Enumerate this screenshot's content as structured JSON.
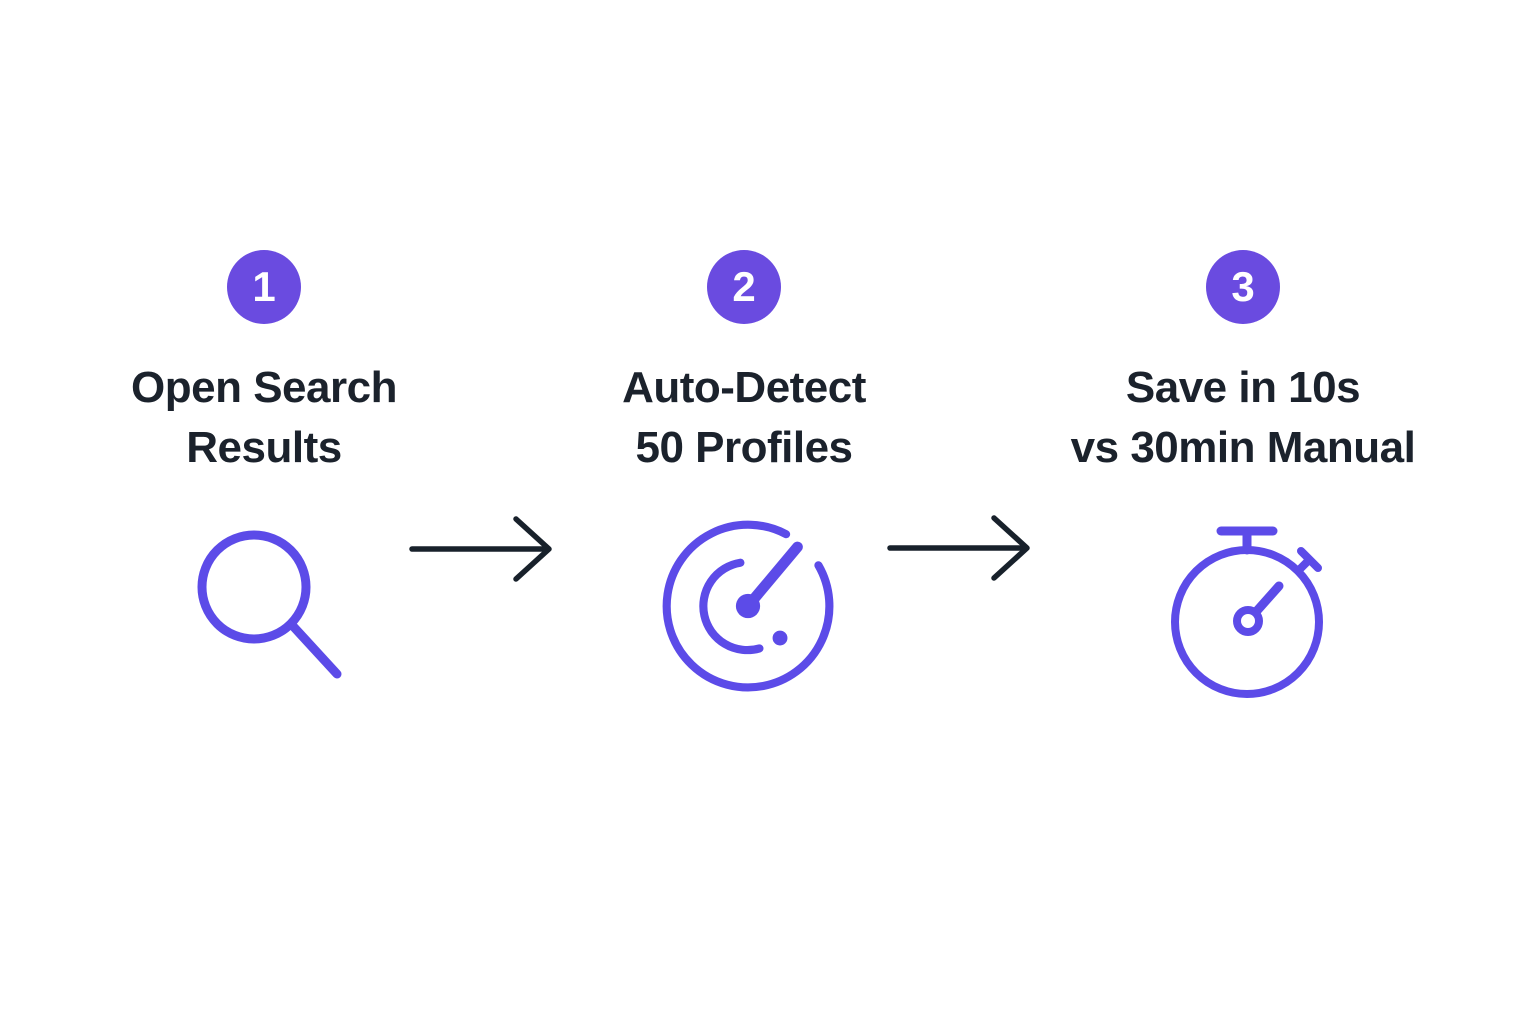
{
  "canvas": {
    "background": "#ffffff",
    "badge_color": "#6A4BE0",
    "icon_color": "#5C4BE8",
    "text_color": "#1B222C",
    "arrow_color": "#18212B"
  },
  "steps": [
    {
      "number": "1",
      "lines": [
        "Open Search",
        "Results"
      ],
      "icon": "search-icon"
    },
    {
      "number": "2",
      "lines": [
        "Auto-Detect",
        "50 Profiles"
      ],
      "icon": "radar-icon"
    },
    {
      "number": "3",
      "lines": [
        "Save in 10s",
        "vs 30min Manual"
      ],
      "icon": "stopwatch-icon"
    }
  ],
  "arrows": [
    {
      "icon": "arrow-right-icon"
    },
    {
      "icon": "arrow-right-icon"
    }
  ]
}
